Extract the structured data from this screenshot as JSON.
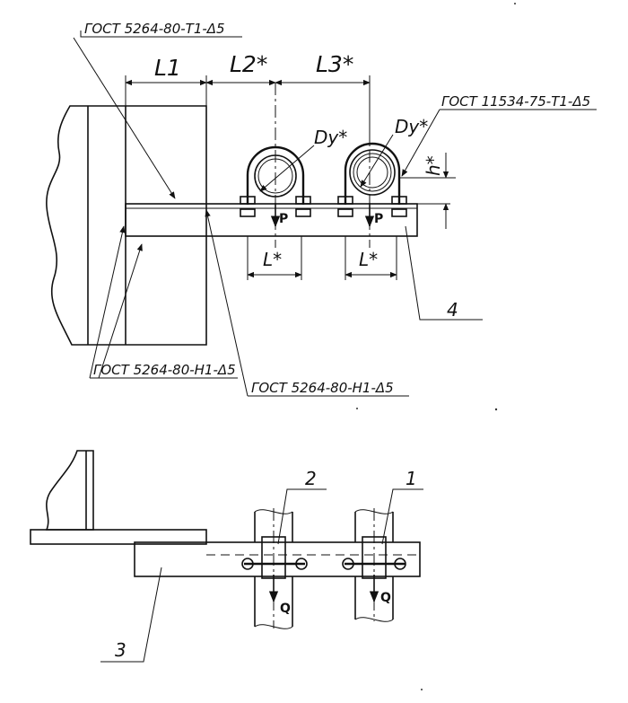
{
  "weld_labels": {
    "top_left": "ГОСТ 5264-80-Т1-Δ5",
    "top_right": "ГОСТ 11534-75-Т1-Δ5",
    "bottom_left": "ГОСТ 5264-80-Н1-Δ5",
    "bottom_right": "ГОСТ 5264-80-Н1-Δ5"
  },
  "dimensions": {
    "l1": "L1",
    "l2": "L2*",
    "l3": "L3*",
    "dy_left": "Dy*",
    "dy_right": "Dy*",
    "h": "h*",
    "bolt_left": "L*",
    "bolt_right": "L*"
  },
  "loads": {
    "p_left": "P",
    "p_right": "P",
    "q_left": "Q",
    "q_right": "Q"
  },
  "positions": {
    "item1": "1",
    "item2": "2",
    "item3": "3",
    "item4": "4"
  }
}
